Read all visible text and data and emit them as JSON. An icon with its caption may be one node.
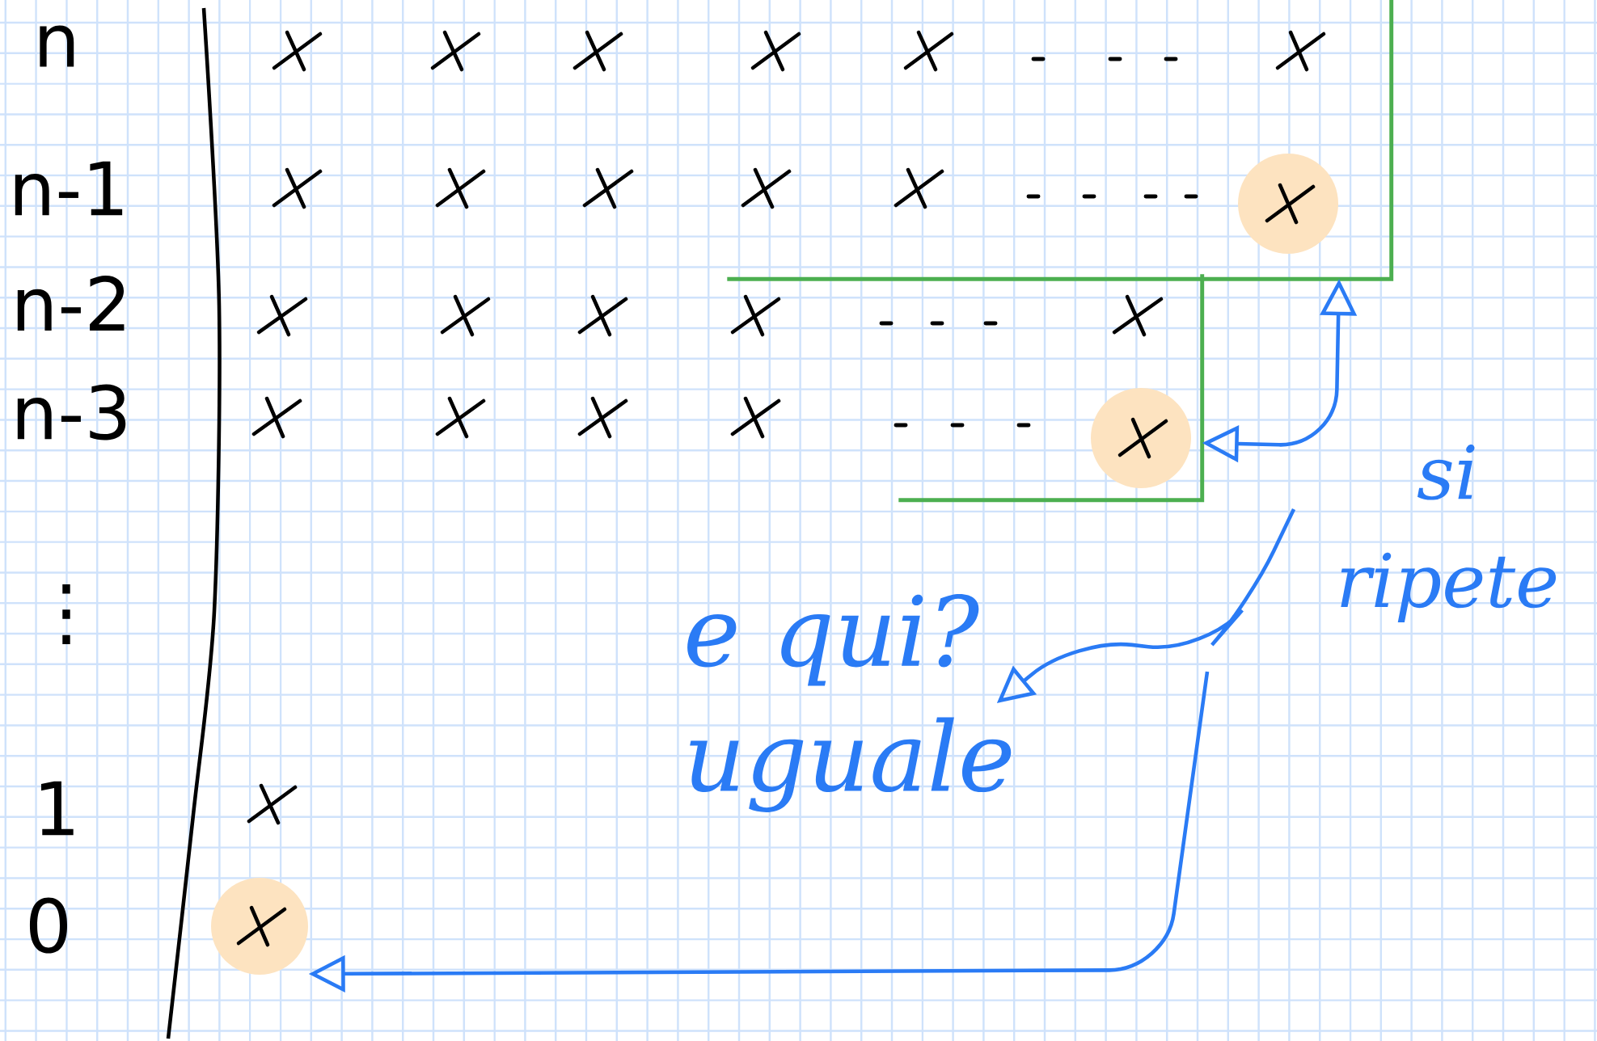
{
  "diagram": {
    "nodes": [
      {
        "text": [
          "e qui? uguale"
        ]
      },
      {
        "text": [],
        "shape": "circle"
      },
      {
        "text": [],
        "shape": "box"
      },
      {
        "text": [],
        "shape": "box"
      }
    ],
    "edges": [
      {
        "from": 2,
        "to": 3,
        "arrow": "both"
      },
      {
        "from": null,
        "to": 0,
        "arrow": "to"
      },
      {
        "from": null,
        "to": 1,
        "arrow": "to"
      }
    ],
    "labels": [
      "n",
      "n-1",
      "n-2",
      "n-3",
      "⋮",
      "1",
      "0",
      "si ripete"
    ]
  }
}
